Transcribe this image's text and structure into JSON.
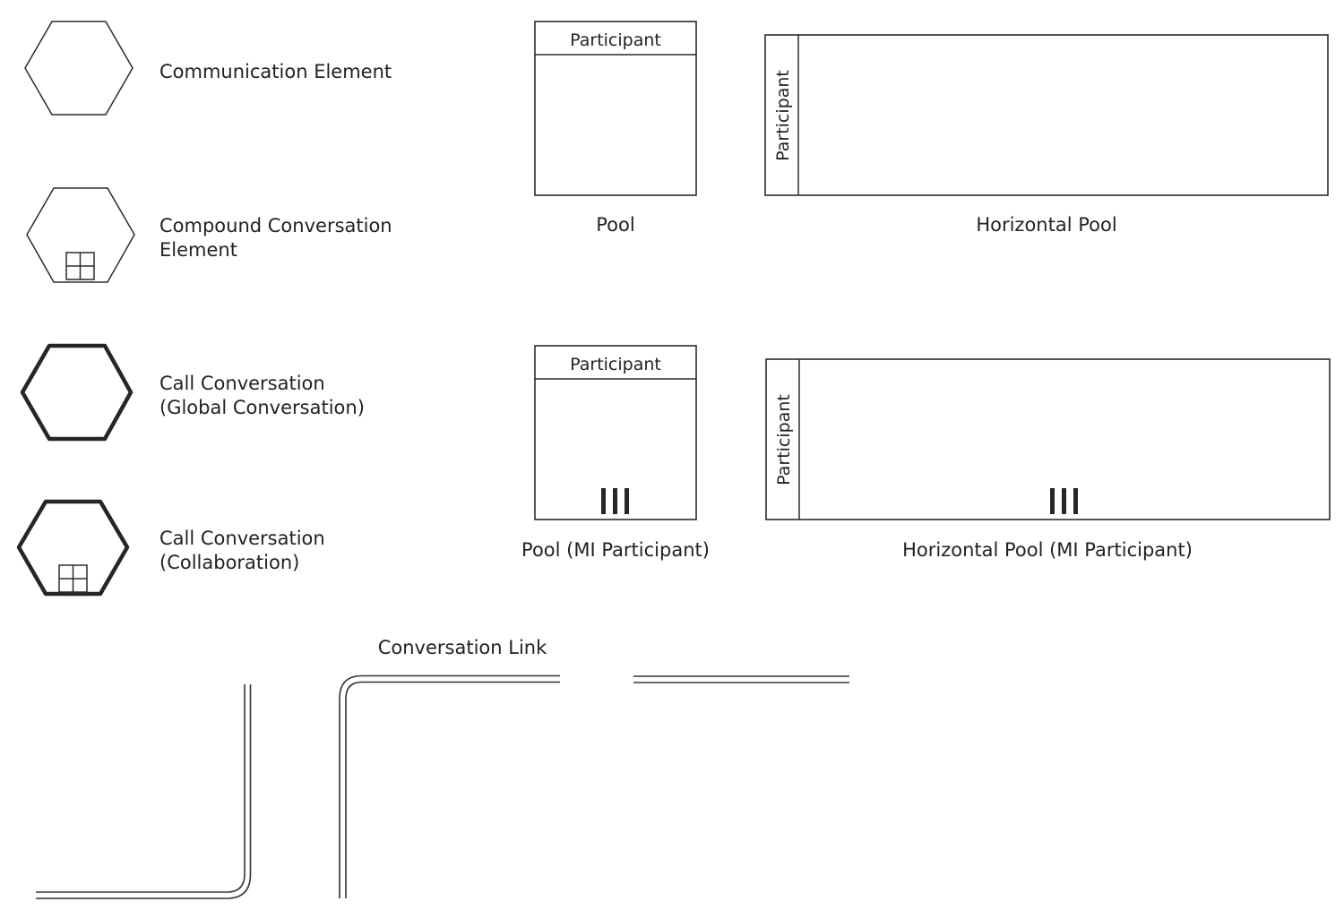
{
  "shapes": {
    "communication_element": {
      "label": "Communication Element"
    },
    "compound_conversation": {
      "label_line1": "Compound Conversation",
      "label_line2": "Element"
    },
    "call_conversation_global": {
      "label_line1": "Call Conversation",
      "label_line2": "(Global Conversation)"
    },
    "call_conversation_collab": {
      "label_line1": "Call Conversation",
      "label_line2": "(Collaboration)"
    },
    "pool": {
      "header": "Participant",
      "label": "Pool"
    },
    "horizontal_pool": {
      "header": "Participant",
      "label": "Horizontal Pool"
    },
    "pool_mi": {
      "header": "Participant",
      "label": "Pool (MI Participant)",
      "marker": "multi-instance-icon"
    },
    "horizontal_pool_mi": {
      "header": "Participant",
      "label": "Horizontal Pool (MI Participant)",
      "marker": "multi-instance-icon"
    },
    "conversation_link": {
      "label": "Conversation Link"
    }
  },
  "colors": {
    "stroke": "#2b2b2b",
    "text": "#222222",
    "background": "#ffffff"
  }
}
